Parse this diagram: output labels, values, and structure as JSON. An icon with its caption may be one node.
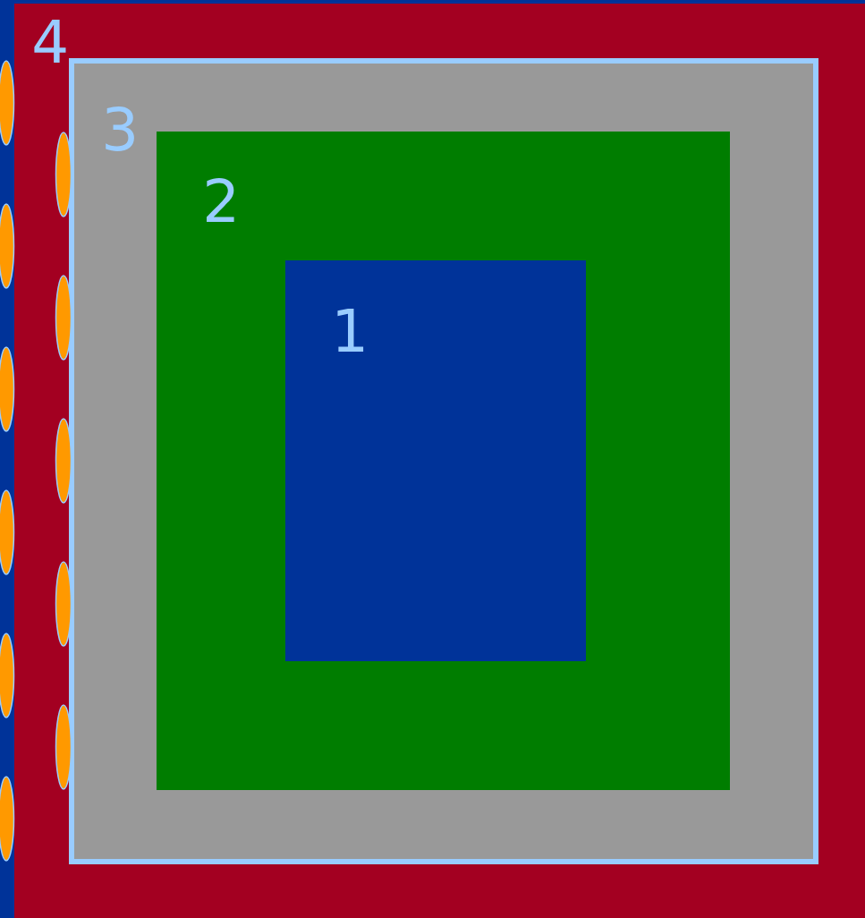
{
  "diagram": {
    "nodes": [
      {
        "text": [
          "4"
        ]
      },
      {
        "text": [
          "3"
        ],
        "in": 0
      },
      {
        "text": [
          "2"
        ],
        "in": 1
      },
      {
        "text": [
          "1"
        ],
        "in": 2
      },
      {
        "text": [],
        "shape": "ellipse"
      },
      {
        "text": [],
        "shape": "ellipse"
      },
      {
        "text": [],
        "shape": "ellipse"
      },
      {
        "text": [],
        "shape": "ellipse"
      },
      {
        "text": [],
        "shape": "ellipse"
      },
      {
        "text": [],
        "shape": "ellipse"
      },
      {
        "text": [],
        "shape": "ellipse",
        "in": 0
      },
      {
        "text": [],
        "shape": "ellipse",
        "in": 0
      },
      {
        "text": [],
        "shape": "ellipse",
        "in": 0
      },
      {
        "text": [],
        "shape": "ellipse",
        "in": 0
      },
      {
        "text": [],
        "shape": "ellipse",
        "in": 0
      }
    ]
  }
}
